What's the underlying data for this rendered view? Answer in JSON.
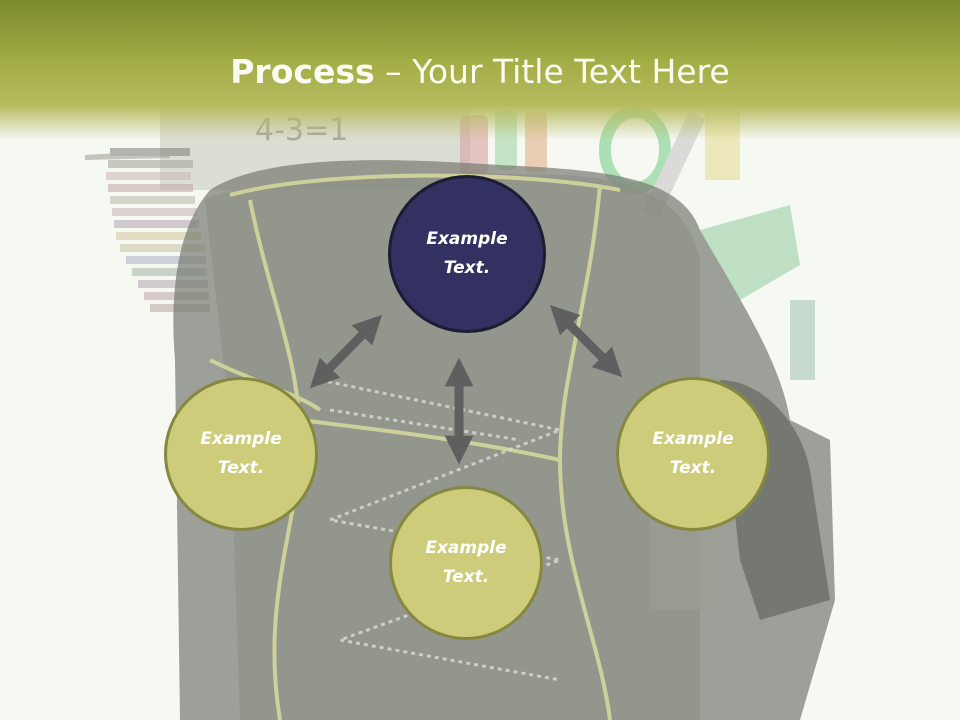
{
  "slide": {
    "title_bold": "Process",
    "title_rest": " – Your Title Text Here",
    "colors": {
      "header_green": "#9aa43c",
      "circle_green": "#cdcc7b",
      "circle_dark": "#333162",
      "arrow_gray": "#5f5f5f"
    },
    "circles": [
      {
        "text": "Example Text."
      },
      {
        "text": "Example Text."
      },
      {
        "text": "Example Text."
      },
      {
        "text": "Example Text."
      }
    ],
    "arrow_icon": "double-headed-arrow-icon",
    "background_image": "school-backpack-with-supplies"
  }
}
